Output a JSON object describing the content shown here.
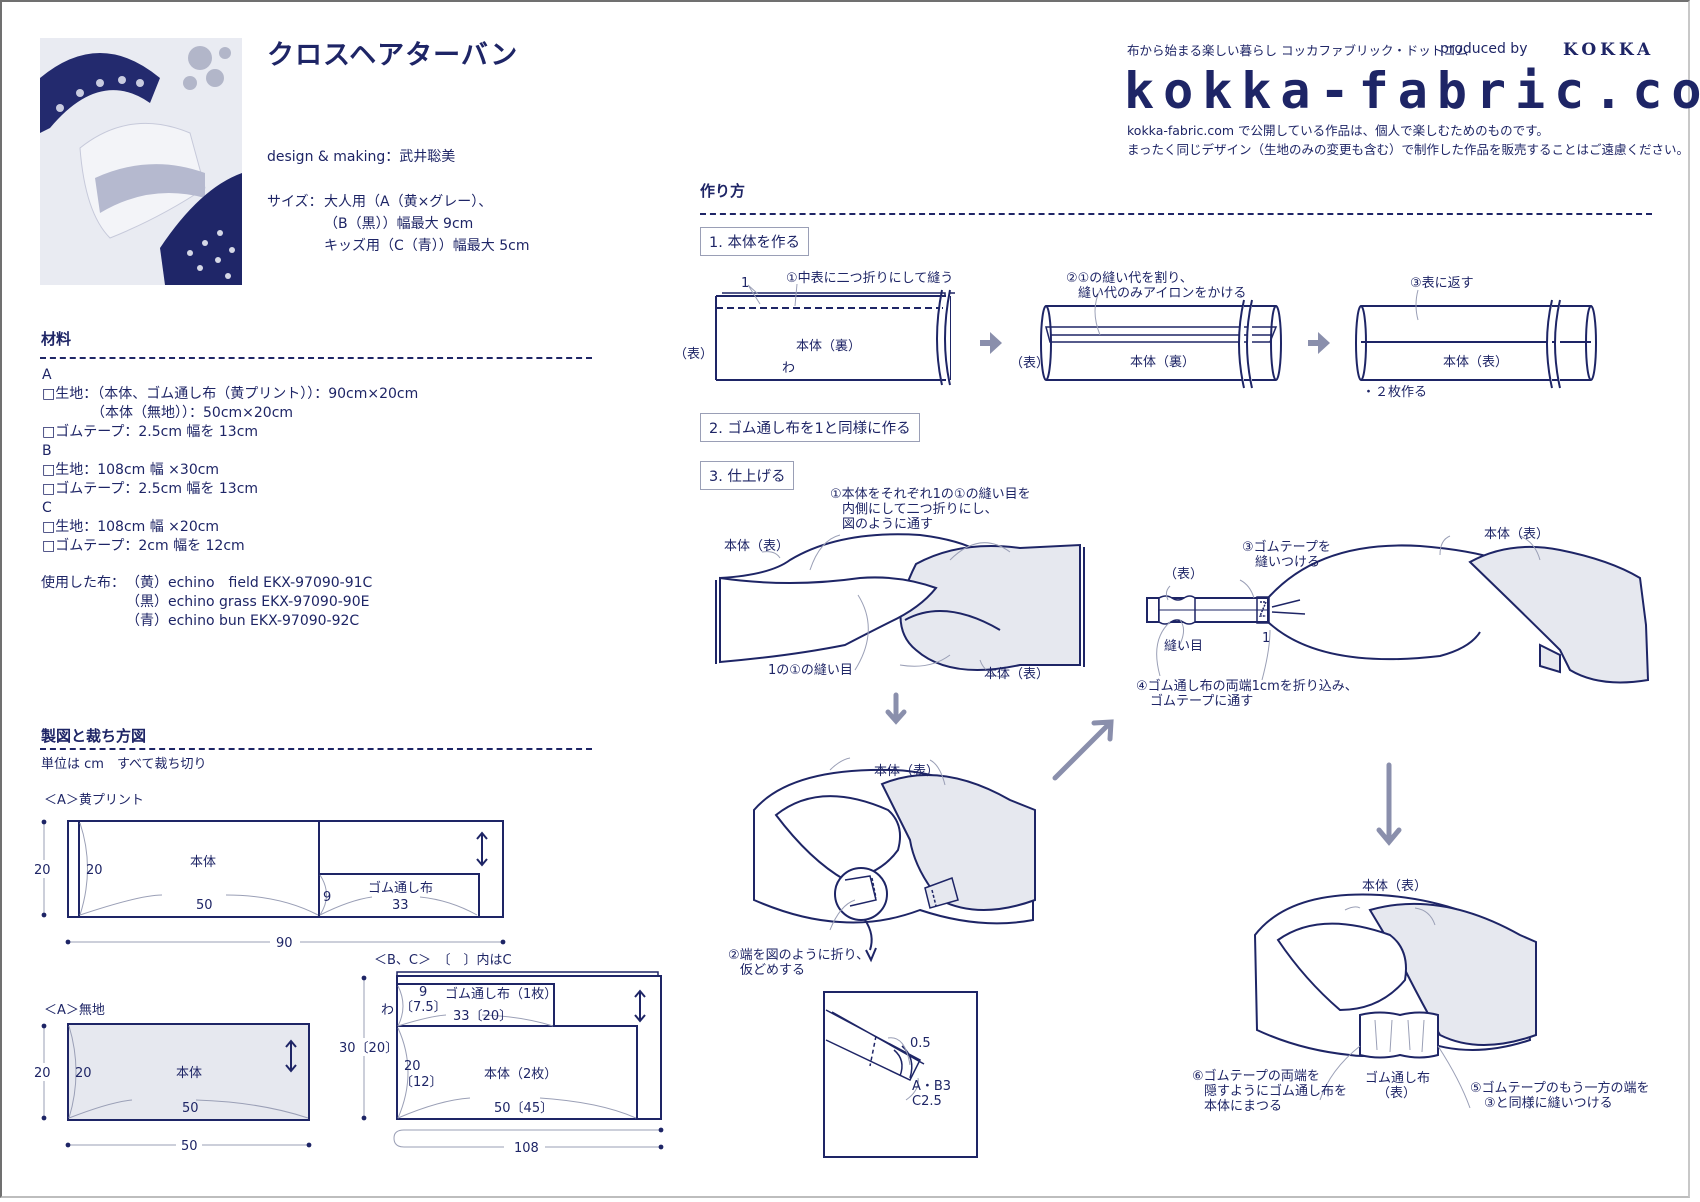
{
  "header": {
    "title": "クロスヘアターバン",
    "designer": "design & making：武井聡美",
    "size_label": "サイズ：",
    "size_lines": [
      "大人用（A（黄×グレー）、",
      "（B（黒））幅最大 9cm",
      "キッズ用（C（青））幅最大 5cm"
    ],
    "tagline": "布から始まる楽しい暮らし コッカファブリック・ドットコム",
    "produced_by": "produced by",
    "brand": "KOKKA",
    "logo": "kokka-fabric.com",
    "notice_lines": [
      "kokka-fabric.com で公開している作品は、個人で楽しむためのものです。",
      "まったく同じデザイン（生地のみの変更も含む）で制作した作品を販売することはご遠慮ください。"
    ]
  },
  "materials": {
    "title": "材料",
    "lines": [
      "A",
      "□生地：（本体、ゴム通し布（黄プリント））：90cm×20cm",
      "　　　　（本体（無地））：50cm×20cm",
      "□ゴムテープ：2.5cm 幅を 13cm",
      "B",
      "□生地：108cm 幅 ×30cm",
      "□ゴムテープ：2.5cm 幅を 13cm",
      "C",
      "□生地：108cm 幅 ×20cm",
      "□ゴムテープ：2cm 幅を 12cm"
    ],
    "fabrics_label": "使用した布：",
    "fabrics": [
      "（黄）echino　field EKX-97090-91C",
      "（黒）echino grass EKX-97090-90E",
      "（青）echino bun EKX-97090-92C"
    ]
  },
  "pattern": {
    "title": "製図と裁ち方図",
    "note": "単位は cm　すべて裁ち切り",
    "a_print": {
      "label": "＜A＞黄プリント",
      "height": "20",
      "body_h": "20",
      "body": "本体",
      "body_w": "50",
      "band": "ゴム通し布",
      "band_h": "9",
      "band_w": "33",
      "total_w": "90"
    },
    "a_plain": {
      "label": "＜A＞無地",
      "height": "20",
      "body_h": "20",
      "body": "本体",
      "body_w": "50",
      "total_w": "50"
    },
    "bc": {
      "label": "＜B、C＞　〔　〕内はC",
      "fold": "わ",
      "band_h": "9",
      "band_h_c": "〔7.5〕",
      "band": "ゴム通し布（1枚）",
      "band_w": "33〔20〕",
      "height": "30〔20〕",
      "body_h": "20",
      "body_h_c": "〔12〕",
      "body": "本体（2枚）",
      "body_w": "50〔45〕",
      "total_w": "108"
    }
  },
  "howto": {
    "title": "作り方",
    "step1": {
      "label": "1. 本体を作る",
      "a_note": "①中表に二つ折りにして縫う",
      "a_one": "1",
      "a_side": "（表）",
      "a_body": "本体（裏）",
      "a_fold": "わ",
      "b_note": [
        "②①の縫い代を割り、",
        "縫い代のみアイロンをかける"
      ],
      "b_side": "（表）",
      "b_body": "本体（裏）",
      "c_note": "③表に返す",
      "c_body": "本体（表）",
      "c_count": "・２枚作る"
    },
    "step2": {
      "label": "2. ゴム通し布を1と同様に作る"
    },
    "step3": {
      "label": "3. 仕上げる",
      "n1": [
        "①本体をそれぞれ1の①の縫い目を",
        "内側にして二つ折りにし、",
        "図のように通す"
      ],
      "n1_body_a": "本体（表）",
      "n1_body_b": "本体（表）",
      "n1_seam": "1の①の縫い目",
      "n2_body": "本体（表）",
      "n2": [
        "②端を図のように折り、",
        "仮どめする"
      ],
      "detail": {
        "d1": "0.5",
        "d2": "A・B3",
        "d3": "C2.5"
      },
      "n3": [
        "③ゴムテープを",
        "縫いつける"
      ],
      "n3_side": "（表）",
      "n3_seam": "縫い目",
      "n3_one": "1",
      "n3_body": "本体（表）",
      "n4": [
        "④ゴム通し布の両端1cmを折り込み、",
        "ゴムテープに通す"
      ],
      "n5_body": "本体（表）",
      "n5": [
        "⑤ゴムテープのもう一方の端を",
        "③と同様に縫いつける"
      ],
      "n6": [
        "⑥ゴムテープの両端を",
        "隠すようにゴム通し布を",
        "本体にまつる"
      ],
      "n6_band": [
        "ゴム通し布",
        "（表）"
      ]
    }
  },
  "colors": {
    "navy": "#1e2566",
    "fill": "#e6e8ef",
    "arrow": "#8a8fac",
    "guide": "#9a9fb6"
  }
}
